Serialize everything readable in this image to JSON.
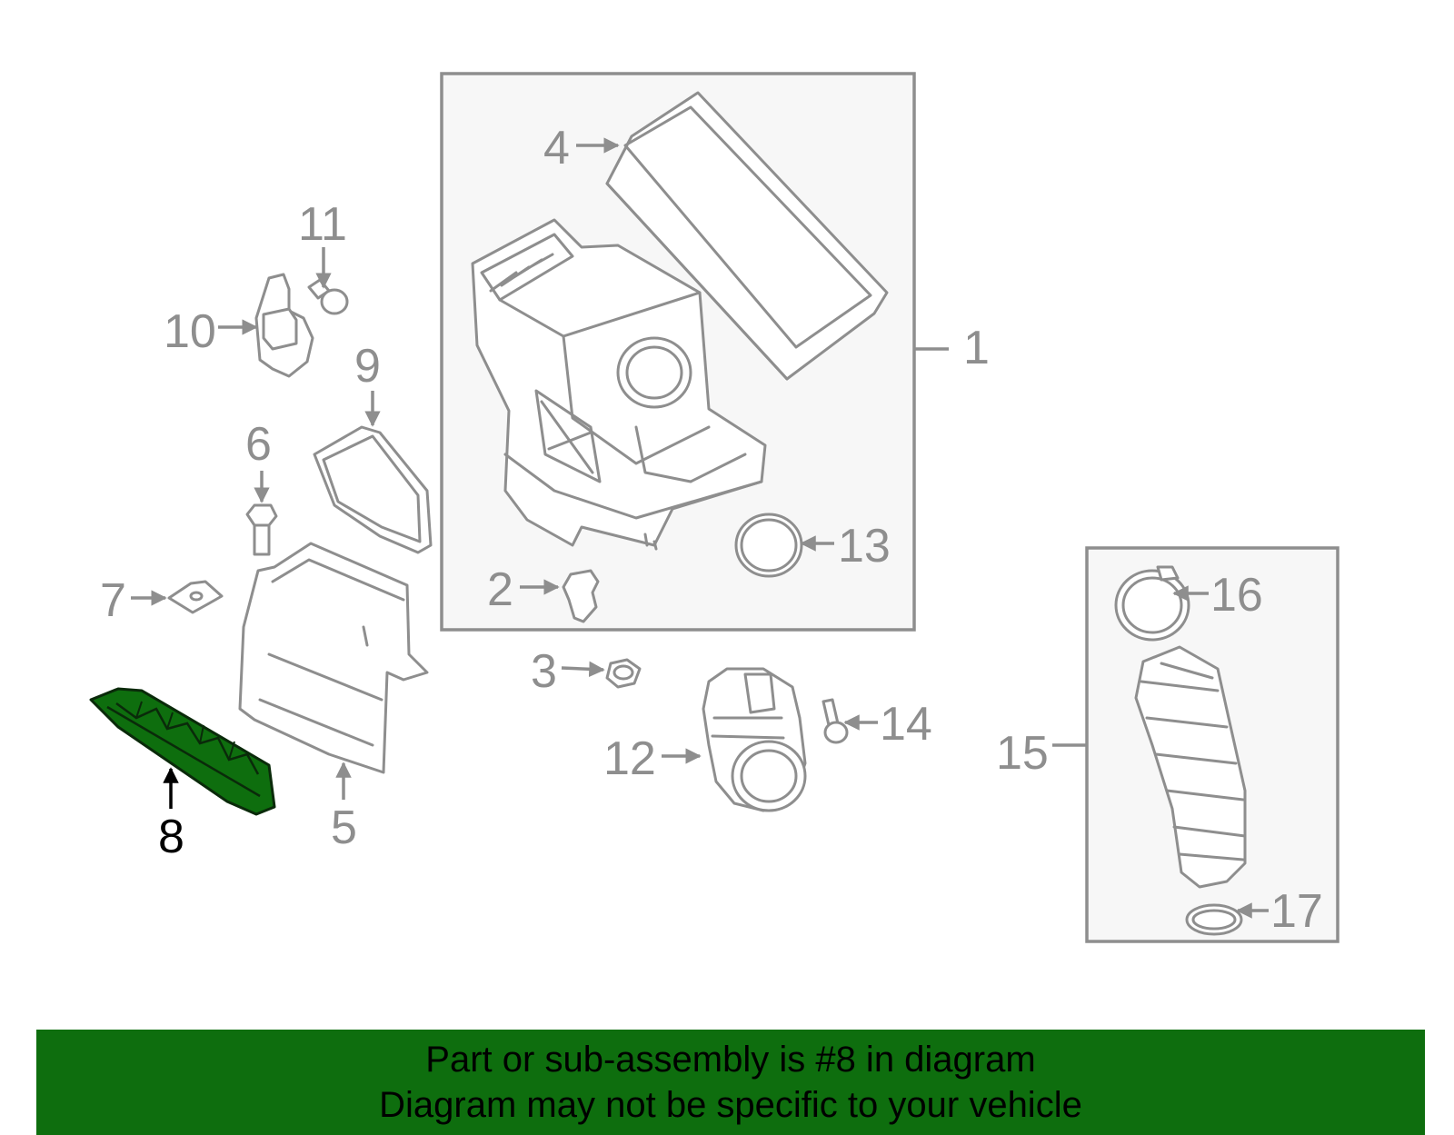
{
  "diagram": {
    "selected_part": "8",
    "callouts": [
      "1",
      "2",
      "3",
      "4",
      "5",
      "6",
      "7",
      "8",
      "9",
      "10",
      "11",
      "12",
      "13",
      "14",
      "15",
      "16",
      "17"
    ],
    "colors": {
      "highlight": "#0e6e0e",
      "line": "#8e8e8e",
      "box": "#f7f7f7"
    }
  },
  "banner": {
    "line1": "Part or sub-assembly is #8 in diagram",
    "line2": "Diagram may not be specific to your vehicle"
  }
}
